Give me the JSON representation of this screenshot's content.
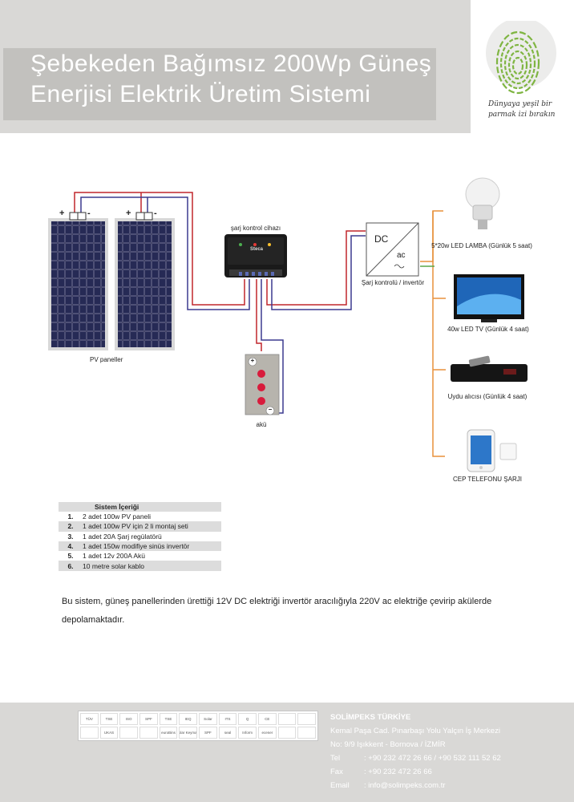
{
  "header": {
    "title_line1": "Şebekeden Bağımsız 200Wp Güneş",
    "title_line2": "Enerjisi Elektrik Üretim Sistemi",
    "slogan_line1": "Dünyaya yeşil bir",
    "slogan_line2": "parmak izi bırakın"
  },
  "diagram": {
    "pv_label": "PV paneller",
    "plus": "+",
    "minus": "-",
    "controller_label": "şarj kontrol cihazı",
    "controller_brand": "Steca",
    "battery_label": "akü",
    "battery_plus": "+",
    "battery_minus": "−",
    "inverter_label": "Şarj kontrolü / invertör",
    "inverter_dc": "DC",
    "inverter_ac": "ac",
    "loads": [
      {
        "label": "5*20w LED LAMBA (Günlük 5 saat)"
      },
      {
        "label": "40w LED TV (Günlük 4 saat)"
      },
      {
        "label": "Uydu alıcısı (Günlük 4 saat)"
      },
      {
        "label": "CEP TELEFONU ŞARJI"
      }
    ],
    "colors": {
      "positive_wire": "#c0262c",
      "negative_wire": "#3b3a8f",
      "ac_wire": "#e8903a"
    }
  },
  "contents": {
    "title": "Sistem İçeriği",
    "rows": [
      {
        "num": "1.",
        "text": "2 adet 100w PV paneli"
      },
      {
        "num": "2.",
        "text": "1 adet 100w PV için 2 li montaj seti"
      },
      {
        "num": "3.",
        "text": "1 adet 20A Şarj regülatörü"
      },
      {
        "num": "4.",
        "text": "1 adet 150w  modifiye sinüs invertör"
      },
      {
        "num": "5.",
        "text": "1 adet 12v 200A Akü"
      },
      {
        "num": "6.",
        "text": "10 metre solar kablo"
      }
    ]
  },
  "description": "Bu sistem, güneş panellerinden ürettiği 12V DC elektriği invertör aracılığıyla 220V ac elektriğe çevirip akülerde depolamaktadır.",
  "footer": {
    "company": "SOLİMPEKS TÜRKİYE",
    "address_line1": "Kemal Paşa Cad.  Pınarbaşı Yolu Yalçın İş Merkezi",
    "address_line2": "No: 9/9 Işıkkent - Bornova / İZMİR",
    "tel_label": "Tel",
    "tel_value": ": +90 232 472 26 66 / +90 532 111 52 62",
    "fax_label": "Fax",
    "fax_value": ": +90 232 472 26 66",
    "email_label": "Email",
    "email_value": ": info@solimpeks.com.tr",
    "certificates": [
      "TÜV",
      "TSE",
      "ISO",
      "SPF",
      "TSE",
      "IEQ",
      "Solar",
      "ITS",
      "Q",
      "CE",
      "",
      "",
      " ",
      "UKAS",
      "",
      "",
      "euroBins",
      "Solar Keymark",
      "SPF",
      "seal",
      "Inform",
      "ecener",
      "",
      " "
    ]
  }
}
